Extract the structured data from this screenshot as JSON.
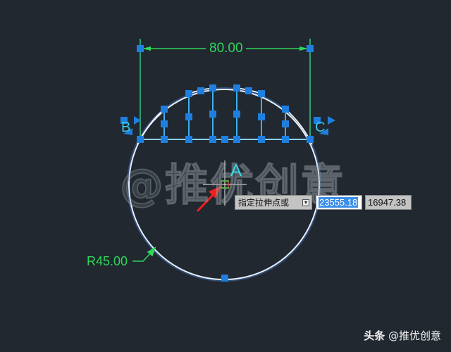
{
  "drawing": {
    "background_color": "#212830",
    "dimension_linear": {
      "value": "80.00",
      "color": "#2fd65a"
    },
    "dimension_radius": {
      "value": "R45.00",
      "color": "#2fd65a"
    },
    "point_labels": {
      "a": "A",
      "b": "B",
      "c": "C"
    },
    "grip_color": "#1e7fe0",
    "geometry_color": "#3ab0f0",
    "circle_color": "#e8f2ff",
    "watermark": "@推优创意"
  },
  "command_prompt": {
    "text": "指定拉伸点或",
    "dropdown_icon": "arrow-down-icon",
    "x_value": "23555.18",
    "y_value": "16947.38"
  },
  "footer": {
    "platform": "头条",
    "handle": "@推优创意"
  }
}
